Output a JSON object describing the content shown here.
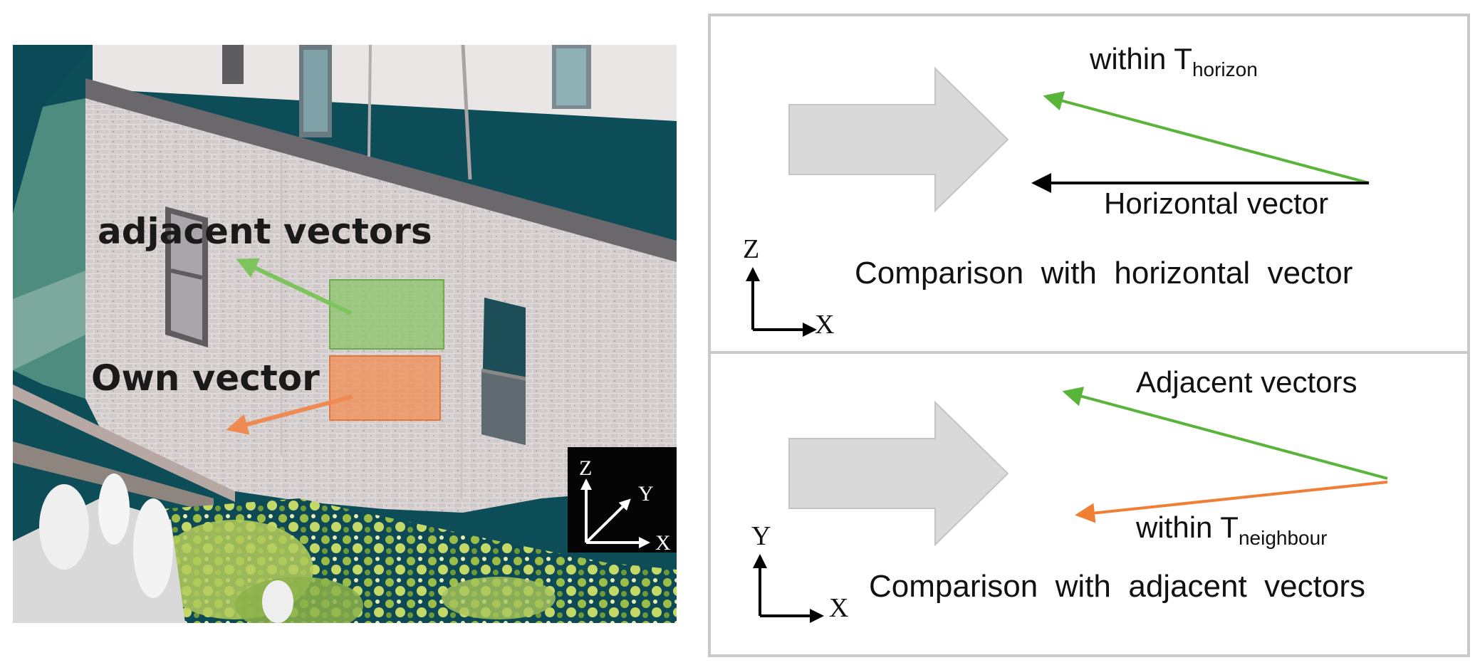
{
  "photo": {
    "label_adjacent": "adjacent vectors",
    "label_own": "Own vector",
    "axes_z": "Z",
    "axes_y": "Y",
    "axes_x": "X",
    "colors": {
      "green": "#8fc46f",
      "orange": "#f0915a",
      "green_arrow": "#7dc45d",
      "orange_arrow": "#ef8a52"
    }
  },
  "top_panel": {
    "within_text": "within T",
    "within_sub": "horizon",
    "vector_label": "Horizontal vector",
    "caption": "Comparison  with  horizontal  vector",
    "axis_up": "Z",
    "axis_right": "X",
    "colors": {
      "green": "#59b43a",
      "black": "#000000"
    }
  },
  "bottom_panel": {
    "adjacent_label": "Adjacent vectors",
    "within_text": "within T",
    "within_sub": "neighbour",
    "caption": "Comparison  with  adjacent  vectors",
    "axis_up": "Y",
    "axis_right": "X",
    "colors": {
      "green": "#59b43a",
      "orange": "#ef7f35"
    }
  }
}
